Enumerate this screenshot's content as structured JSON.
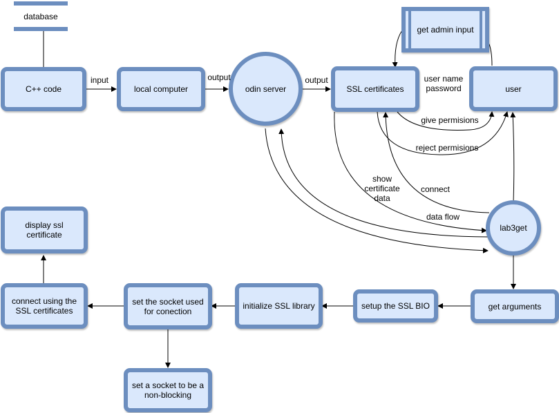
{
  "nodes": {
    "database": "database",
    "cpp_code": "C++ code",
    "local_computer": "local computer",
    "odin_server": "odin server",
    "ssl_certificates": "SSL certificates",
    "get_admin_input": "get admin input",
    "user": "user",
    "lab3get": "lab3get",
    "get_arguments": "get arguments",
    "setup_ssl_bio": "setup the SSL BIO",
    "initialize_ssl_library": "initialize SSL library",
    "set_socket_connection": "set the socket used\nfor conection",
    "connect_using_certs": "connect using the\nSSL certificates",
    "display_ssl_certificate": "display ssl certificate",
    "set_socket_nonblocking": "set a socket to be a\nnon-blocking"
  },
  "edges": {
    "input": "input",
    "output_1": "output",
    "output_2": "output",
    "user_name_password": "user name\npassword",
    "give_permisions": "give permisions",
    "reject_permisions": "reject permisions",
    "show_certificate_data": "show\ncertificate\ndata",
    "connect": "connect",
    "data_flow": "data flow"
  },
  "colors": {
    "fill": "#dae8fc",
    "stroke": "#6c8ebf",
    "edge": "#000000"
  }
}
